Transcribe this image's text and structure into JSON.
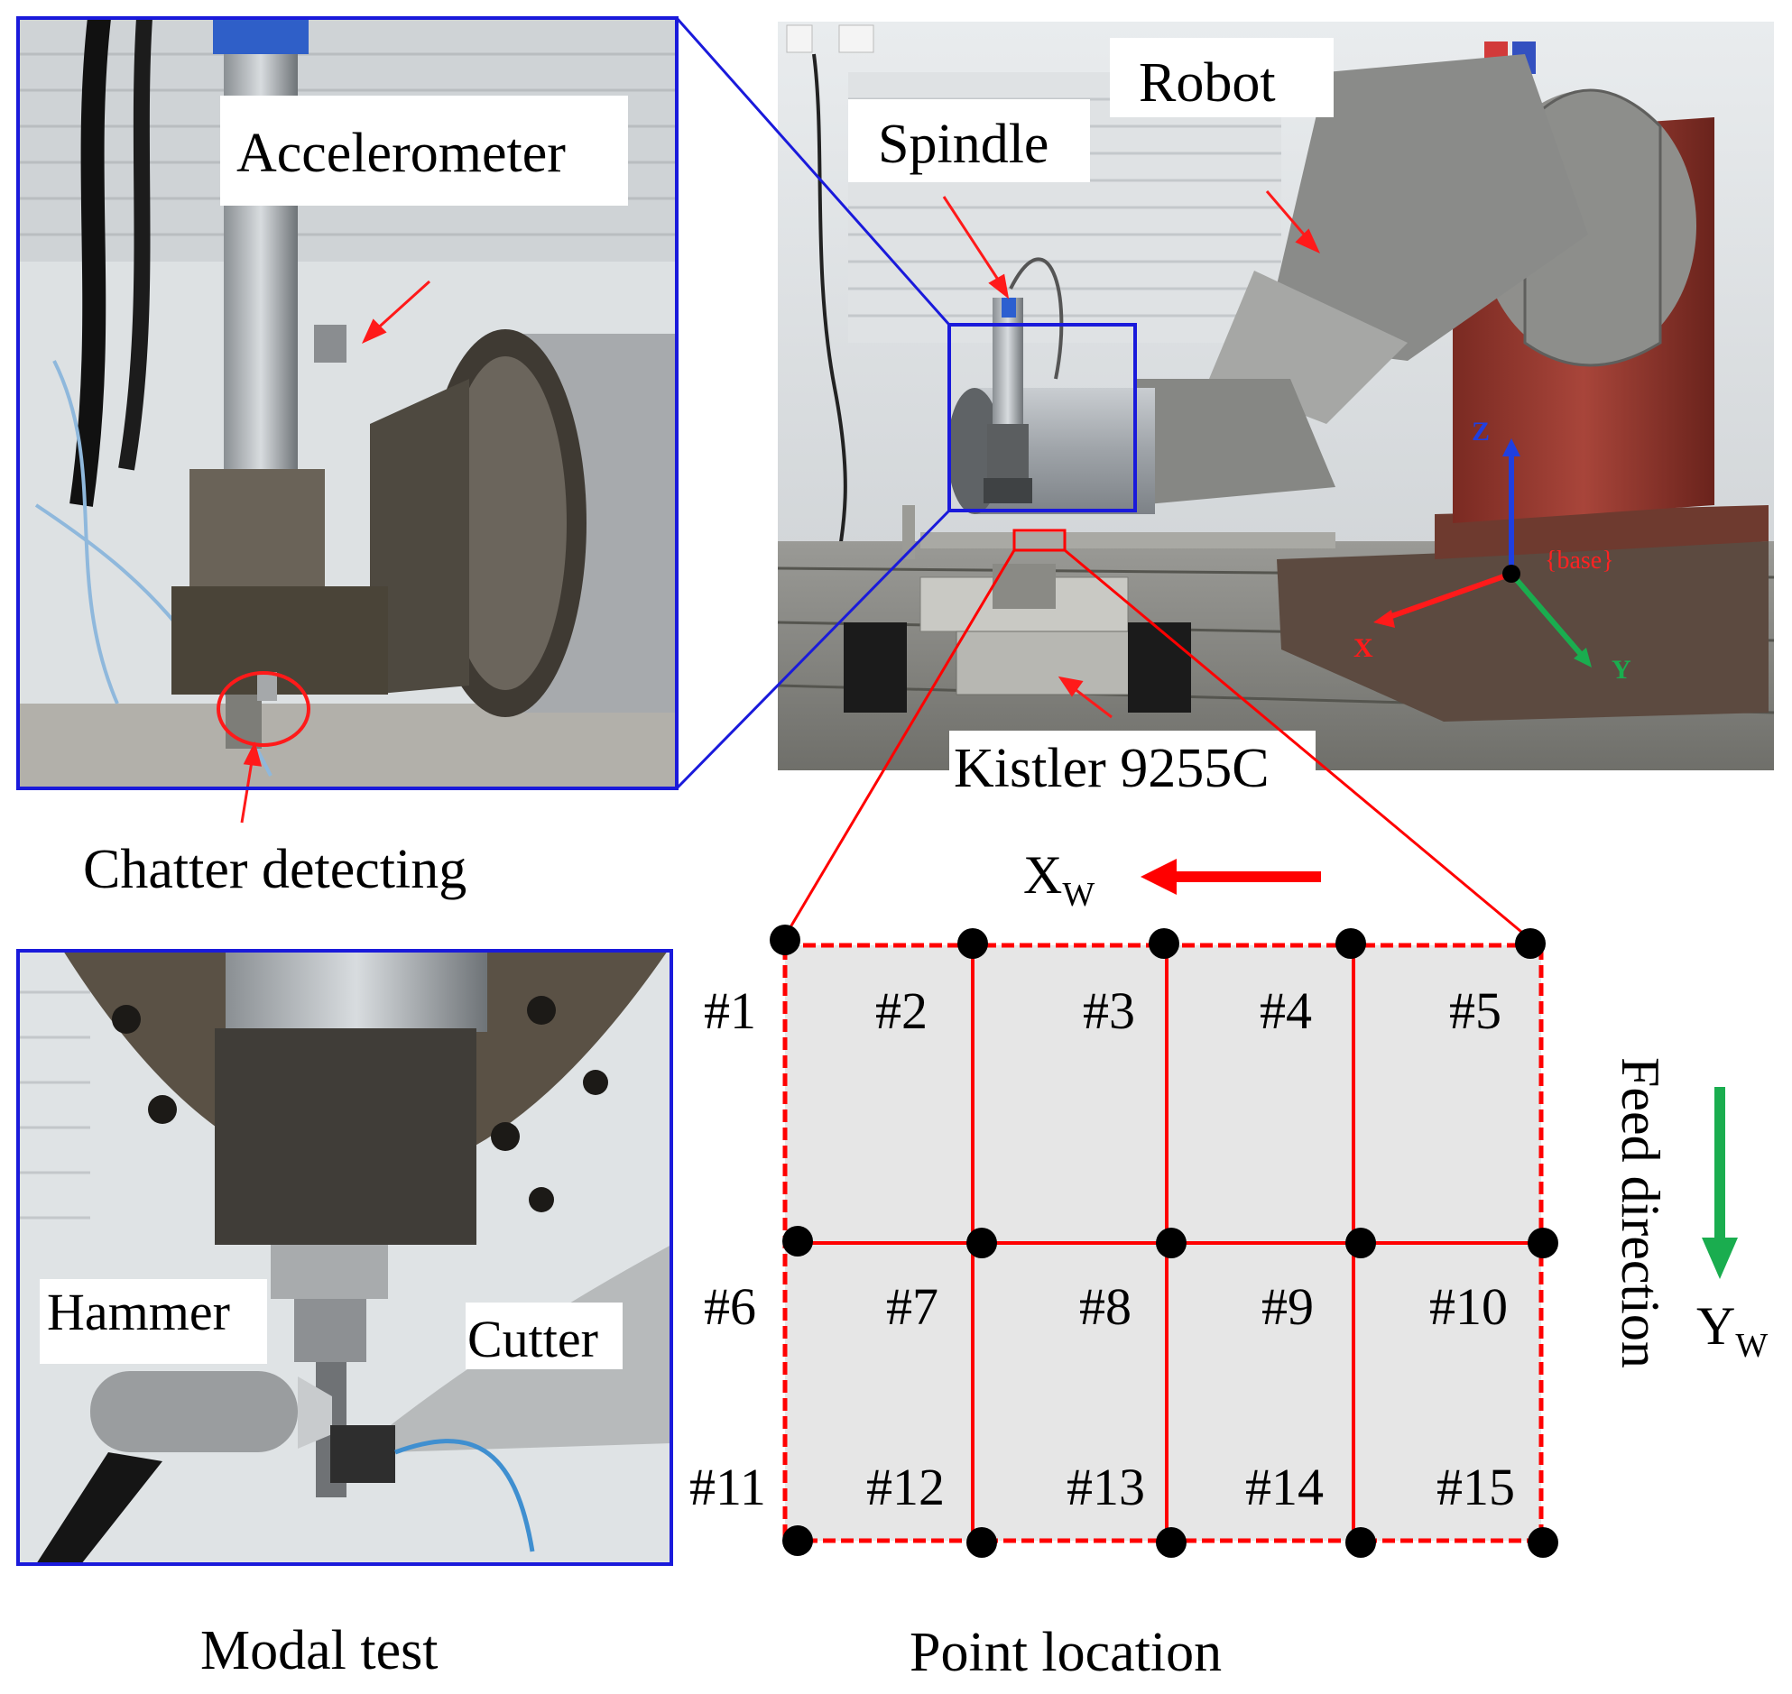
{
  "photo_robot": {
    "labels": {
      "robot": "Robot",
      "spindle": "Spindle",
      "kistler": "Kistler 9255C",
      "base": "{base}",
      "axis_x": "X",
      "axis_y": "Y",
      "axis_z": "Z"
    }
  },
  "photo_spindle": {
    "labels": {
      "accelerometer": "Accelerometer",
      "chatter": "Chatter detecting"
    }
  },
  "photo_modal": {
    "labels": {
      "hammer": "Hammer",
      "cutter": "Cutter"
    },
    "caption": "Modal test"
  },
  "point_grid": {
    "caption": "Point location",
    "xw": {
      "main": "X",
      "sub": "W"
    },
    "yw": {
      "main": "Y",
      "sub": "W"
    },
    "feed": "Feed direction",
    "points": [
      "#1",
      "#2",
      "#3",
      "#4",
      "#5",
      "#6",
      "#7",
      "#8",
      "#9",
      "#10",
      "#11",
      "#12",
      "#13",
      "#14",
      "#15"
    ]
  },
  "colors": {
    "frame_blue": "#1a1adb",
    "callout_red": "#ff0000",
    "grid_fill": "#e6e6e6",
    "feed_green": "#1aad4f",
    "axis_blue": "#1f3fe0"
  }
}
